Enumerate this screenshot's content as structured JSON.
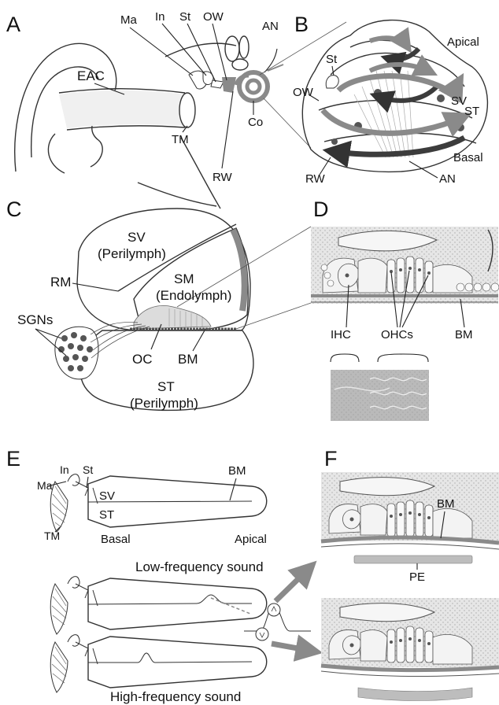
{
  "panels": {
    "A": {
      "letter": "A",
      "labels": {
        "ma": "Ma",
        "in": "In",
        "st": "St",
        "ow": "OW",
        "an": "AN",
        "eac": "EAC",
        "tm": "TM",
        "rw": "RW",
        "co": "Co"
      }
    },
    "B": {
      "letter": "B",
      "labels": {
        "apical": "Apical",
        "st_stapes": "St",
        "ow": "OW",
        "sv": "SV",
        "st": "ST",
        "basal": "Basal",
        "rw": "RW",
        "an": "AN"
      }
    },
    "C": {
      "letter": "C",
      "labels": {
        "sv": "SV",
        "sv_sub": "(Perilymph)",
        "rm": "RM",
        "sm": "SM",
        "sm_sub": "(Endolymph)",
        "sgns": "SGNs",
        "oc": "OC",
        "bm": "BM",
        "st": "ST",
        "st_sub": "(Perilymph)"
      }
    },
    "D": {
      "letter": "D",
      "labels": {
        "ihc": "IHC",
        "ohcs": "OHCs",
        "bm": "BM"
      }
    },
    "E": {
      "letter": "E",
      "labels": {
        "ma": "Ma",
        "in": "In",
        "st_stapes": "St",
        "bm": "BM",
        "sv": "SV",
        "st": "ST",
        "tm": "TM",
        "basal": "Basal",
        "apical": "Apical",
        "low": "Low-frequency sound",
        "high": "High-frequency sound"
      }
    },
    "F": {
      "letter": "F",
      "labels": {
        "bm": "BM",
        "pe": "PE"
      }
    }
  },
  "colors": {
    "line": "#222222",
    "arrow_grey": "#8a8a8a",
    "arrow_dark": "#3c3c3c",
    "tissue": "#dcdcdc"
  }
}
